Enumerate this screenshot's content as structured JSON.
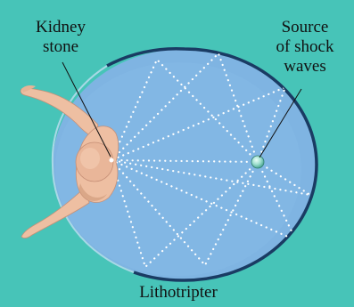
{
  "labels": {
    "kidney_stone": [
      "Kidney",
      "stone"
    ],
    "source": [
      "Source",
      "of shock",
      "waves"
    ],
    "device": "Lithotripter"
  },
  "colors": {
    "background": "#47c4b8",
    "ellipse_fill": "#7fb4e2",
    "ellipse_rim": "#1a3b63",
    "skin": "#eebfa2",
    "skin_shadow": "#d29c7e",
    "wave_dots": "#ffffff",
    "source_ball": "#a9e6d6"
  }
}
